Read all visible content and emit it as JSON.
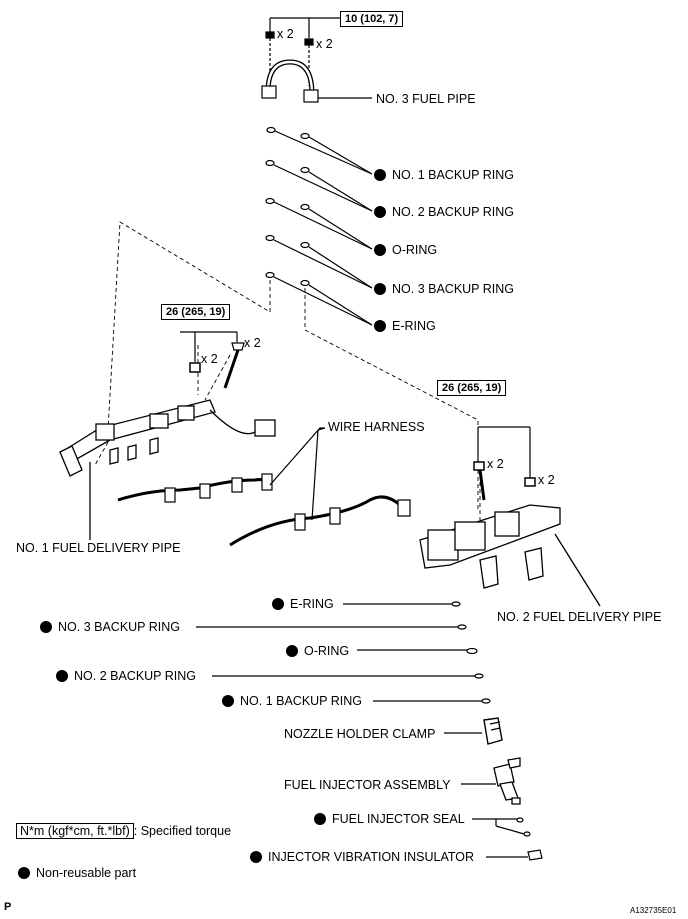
{
  "torque": {
    "fuel_pipe": "10 (102, 7)",
    "left_rail": "26 (265, 19)",
    "right_rail": "26 (265, 19)"
  },
  "qty": {
    "x2": "x 2"
  },
  "labels": {
    "no3_fuel_pipe": "NO. 3 FUEL PIPE",
    "upper_no1_backup": "NO. 1 BACKUP RING",
    "upper_no2_backup": "NO. 2 BACKUP RING",
    "upper_o_ring": "O-RING",
    "upper_no3_backup": "NO. 3 BACKUP RING",
    "upper_e_ring": "E-RING",
    "wire_harness": "WIRE HARNESS",
    "no1_delivery_pipe": "NO. 1 FUEL DELIVERY PIPE",
    "no2_delivery_pipe": "NO. 2 FUEL DELIVERY PIPE",
    "lower_e_ring": "E-RING",
    "lower_no3_backup": "NO. 3 BACKUP RING",
    "lower_o_ring": "O-RING",
    "lower_no2_backup": "NO. 2 BACKUP RING",
    "lower_no1_backup": "NO. 1 BACKUP RING",
    "nozzle_clamp": "NOZZLE HOLDER CLAMP",
    "injector_assembly": "FUEL INJECTOR ASSEMBLY",
    "injector_seal": "FUEL INJECTOR SEAL",
    "vibration_insulator": "INJECTOR VIBRATION INSULATOR"
  },
  "legend": {
    "torque_unit": "N*m (kgf*cm, ft.*lbf)",
    "torque_desc": ": Specified torque",
    "non_reusable": "Non-reusable part"
  },
  "footer": {
    "page_mark": "P",
    "figure_code": "A132735E01"
  }
}
